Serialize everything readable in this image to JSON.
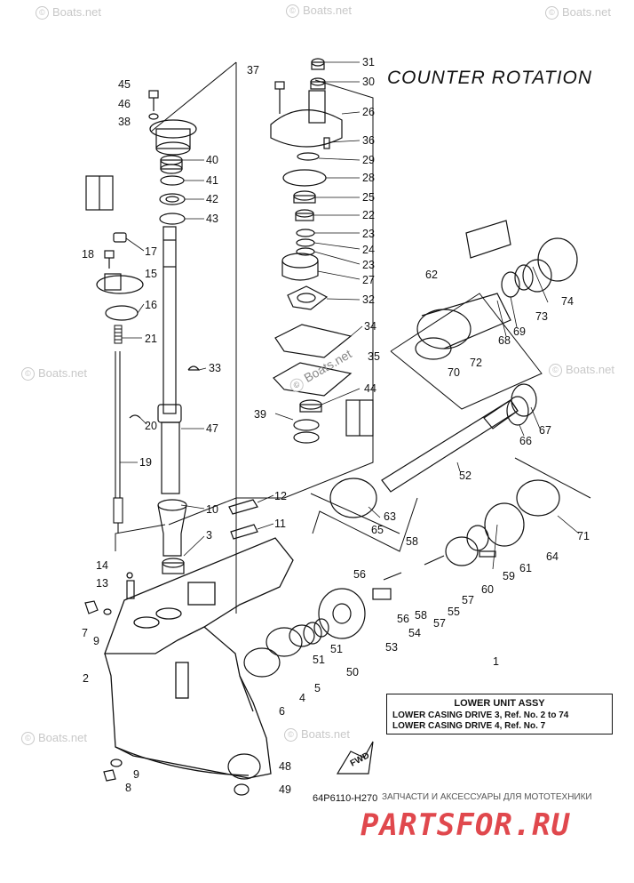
{
  "diagram": {
    "title": "COUNTER ROTATION",
    "part_code": "64P6110-H270",
    "fwd_label": "FWD",
    "assembly_box": {
      "title": "LOWER UNIT ASSY",
      "line1": "LOWER CASING DRIVE 3,  Ref. No. 2 to 74",
      "line2": "LOWER CASING DRIVE 4,  Ref. No. 7"
    },
    "callouts": [
      "1",
      "2",
      "3",
      "4",
      "5",
      "6",
      "7",
      "8",
      "9",
      "9",
      "10",
      "11",
      "12",
      "13",
      "14",
      "15",
      "16",
      "17",
      "18",
      "19",
      "20",
      "21",
      "22",
      "23",
      "23",
      "24",
      "25",
      "26",
      "27",
      "28",
      "29",
      "30",
      "31",
      "32",
      "33",
      "34",
      "35",
      "36",
      "37",
      "38",
      "39",
      "40",
      "41",
      "42",
      "43",
      "44",
      "45",
      "46",
      "47",
      "48",
      "49",
      "50",
      "51",
      "51",
      "52",
      "53",
      "54",
      "55",
      "56",
      "56",
      "57",
      "57",
      "58",
      "58",
      "59",
      "60",
      "61",
      "62",
      "63",
      "64",
      "65",
      "66",
      "67",
      "68",
      "69",
      "70",
      "71",
      "72",
      "73",
      "74"
    ]
  },
  "watermarks": {
    "site": "Boats.net",
    "copyright_symbol": "©",
    "footer_ru": "ЗАПЧАСТИ И АКСЕССУАРЫ ДЛЯ МОТОТЕХНИКИ",
    "logo": "PARTSFOR.RU"
  },
  "colors": {
    "ink": "#111111",
    "watermark": "#c8c8c8",
    "logo": "#e0484d"
  }
}
